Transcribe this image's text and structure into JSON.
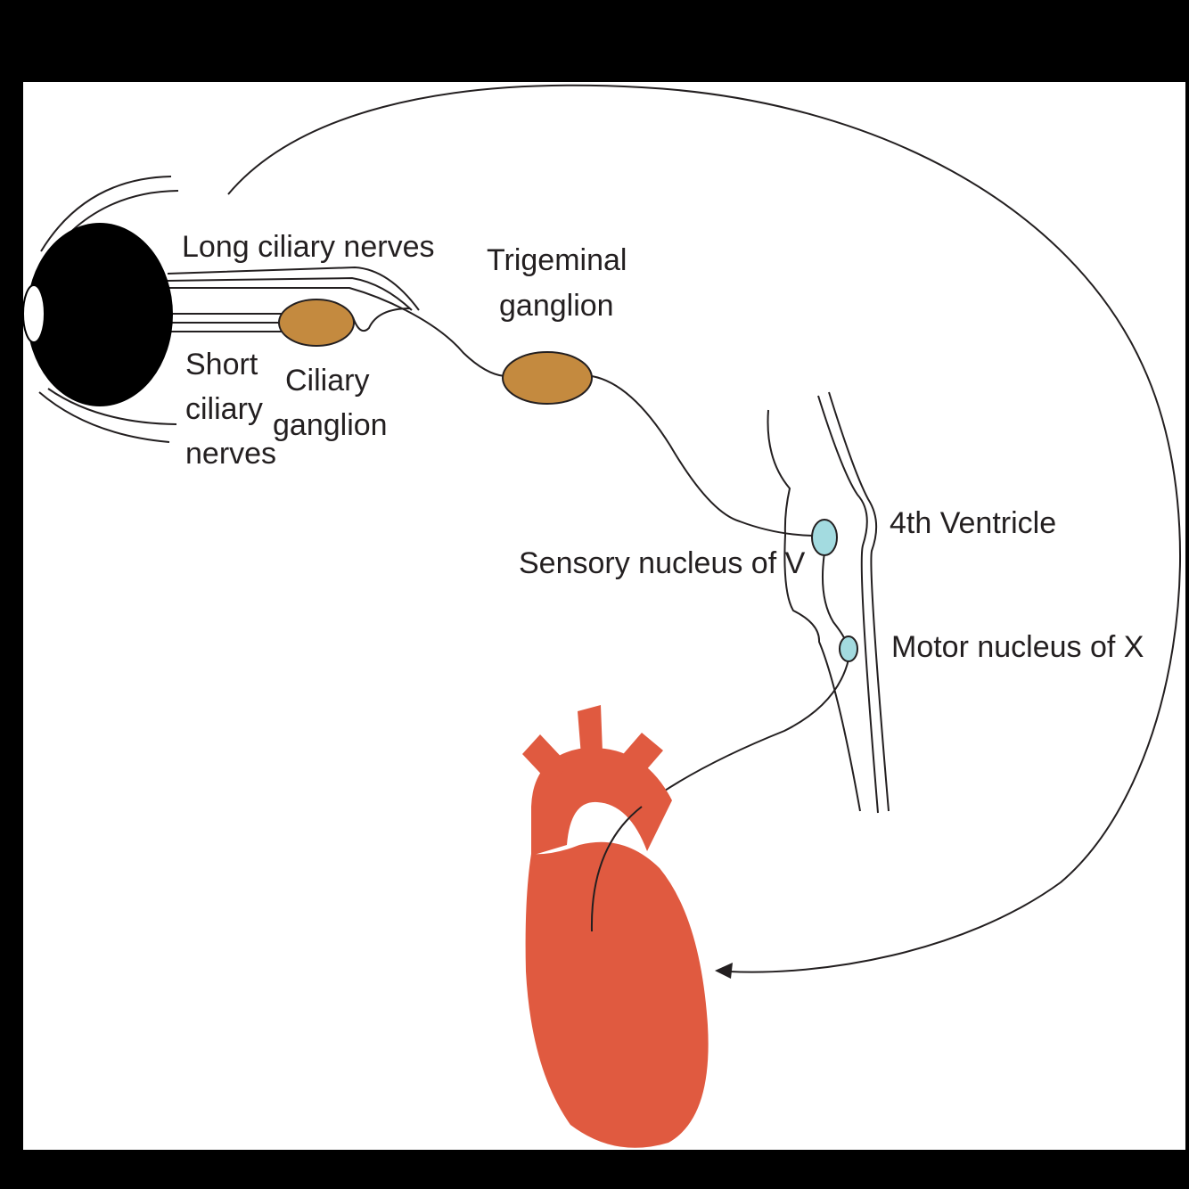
{
  "labels": {
    "long_ciliary_nerves": "Long ciliary nerves",
    "trigeminal_ganglion_line1": "Trigeminal",
    "trigeminal_ganglion_line2": "ganglion",
    "short_ciliary_nerves_line1": "Short",
    "short_ciliary_nerves_line2": "ciliary",
    "short_ciliary_nerves_line3": "nerves",
    "ciliary_ganglion_line1": "Ciliary",
    "ciliary_ganglion_line2": "ganglion",
    "fourth_ventricle": "4th Ventricle",
    "sensory_nucleus": "Sensory nucleus of V",
    "motor_nucleus": "Motor nucleus of X"
  },
  "colors": {
    "background": "#000000",
    "panel": "#ffffff",
    "line": "#231f20",
    "eye": "#000000",
    "ganglion": "#c48a3f",
    "nucleus": "#a3dbe0",
    "heart": "#e05a40"
  }
}
